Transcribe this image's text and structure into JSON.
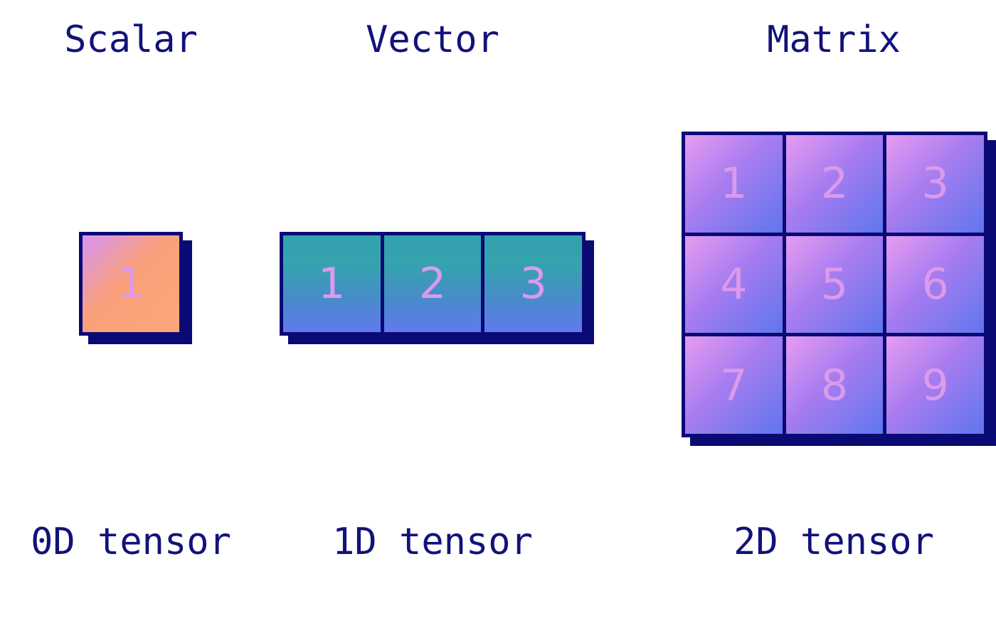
{
  "scalar": {
    "title": "Scalar",
    "caption": "0D tensor",
    "cells": [
      "1"
    ]
  },
  "vector": {
    "title": "Vector",
    "caption": "1D tensor",
    "cells": [
      "1",
      "2",
      "3"
    ]
  },
  "matrix": {
    "title": "Matrix",
    "caption": "2D tensor",
    "cells": [
      "1",
      "2",
      "3",
      "4",
      "5",
      "6",
      "7",
      "8",
      "9"
    ]
  },
  "colors": {
    "text": "#12127a",
    "border": "#0a0a75",
    "cell_number": "#dc9aea",
    "scalar_fill": "#f9a07a",
    "vector_fill": "#35a3ae",
    "matrix_fill": "#a77cf0"
  }
}
